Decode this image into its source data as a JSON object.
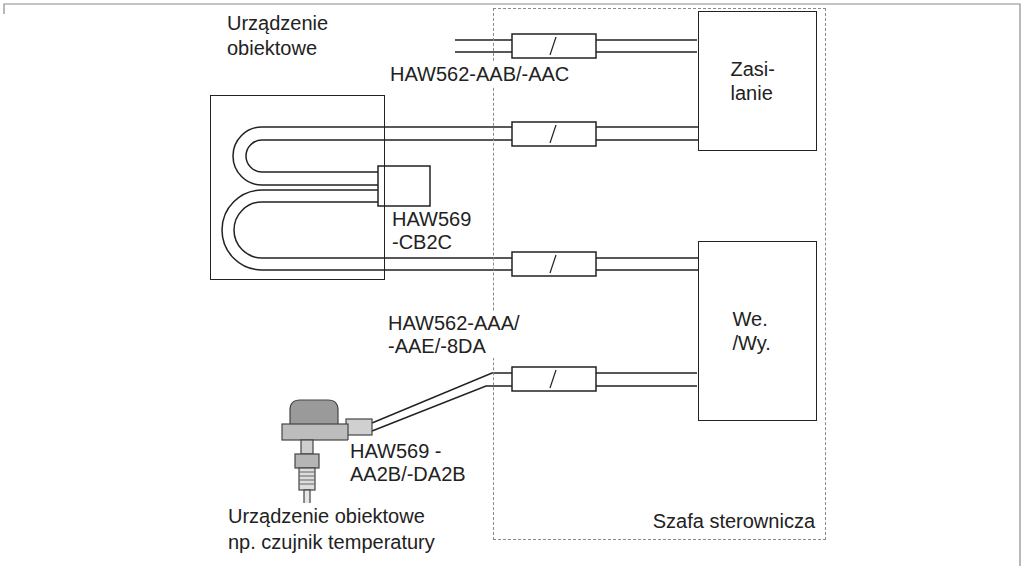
{
  "diagram": {
    "nodes": [
      {
        "text": [
          "Urządzenie obiektowe"
        ]
      },
      {
        "text": [
          "Szafa sterownicza"
        ]
      },
      {
        "text": [
          "Zasi- lanie"
        ],
        "in": 1
      },
      {
        "text": [
          "We. /Wy."
        ],
        "in": 1
      }
    ],
    "edges": [
      {
        "from": 0,
        "to": 2,
        "arrow": "none"
      },
      {
        "from": 0,
        "to": 3,
        "arrow": "none"
      }
    ],
    "labels": [
      "HAW562-AAB/-AAC",
      "HAW569 -CB2C",
      "HAW562-AAA/ -AAE/-8DA",
      "HAW569 -AA2B/-DA2B",
      "Urządzenie obiektowe np. czujnik temperatury"
    ]
  }
}
